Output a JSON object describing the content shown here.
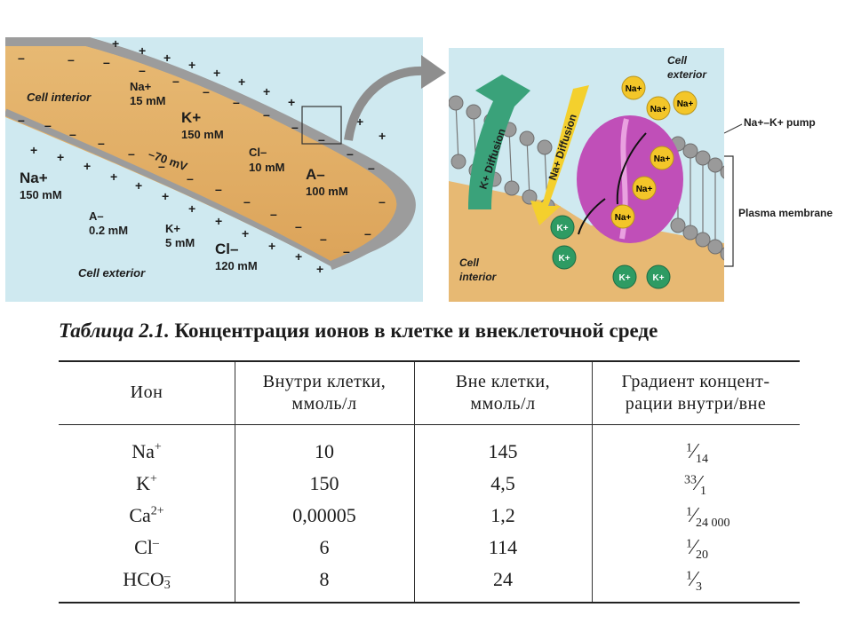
{
  "diagram": {
    "left_panel": {
      "cell_interior": "Cell interior",
      "cell_exterior": "Cell exterior",
      "inside_na": {
        "ion": "Na+",
        "conc": "15 mM"
      },
      "inside_k": {
        "ion": "K+",
        "conc": "150 mM"
      },
      "inside_cl": {
        "ion": "Cl–",
        "conc": "10 mM"
      },
      "inside_a": {
        "ion": "A–",
        "conc": "100 mM"
      },
      "potential": "–70 mV",
      "outside_na": {
        "ion": "Na+",
        "conc": "150 mM"
      },
      "outside_a": {
        "ion": "A–",
        "conc": "0.2 mM"
      },
      "outside_k": {
        "ion": "K+",
        "conc": "5 mM"
      },
      "outside_cl": {
        "ion": "Cl–",
        "conc": "120 mM"
      },
      "plus": "+",
      "minus": "–"
    },
    "right_panel": {
      "cell_exterior": "Cell exterior",
      "cell_interior": "Cell interior",
      "pump_label": "Na+–K+ pump",
      "membrane_label": "Plasma membrane",
      "k_diffusion": "K+ Diffusion",
      "na_diffusion": "Na+ Diffusion",
      "na_ion": "Na+",
      "k_ion": "K+"
    },
    "colors": {
      "cytoplasm": "#e3b266",
      "exterior": "#cfe9f0",
      "membrane": "#a9a9a9",
      "pump": "#c04fb8",
      "na": "#f3c629",
      "k": "#2e9b63",
      "k_arrow": "#3aa27a",
      "na_arrow": "#f4d02d"
    }
  },
  "table": {
    "title_prefix": "Таблица 2.1.",
    "title_text": "Концентрация ионов в клетке и внеклеточной среде",
    "headers": {
      "ion": "Ион",
      "inside_1": "Внутри клетки,",
      "inside_2": "ммоль/л",
      "outside_1": "Вне клетки,",
      "outside_2": "ммоль/л",
      "gradient_1": "Градиент концент-",
      "gradient_2": "рации внутри/вне"
    },
    "rows": [
      {
        "ion_base": "Na",
        "ion_sup": "+",
        "ion_sub": "",
        "inside": "10",
        "outside": "145",
        "grad_num": "1",
        "grad_den": "14"
      },
      {
        "ion_base": "K",
        "ion_sup": "+",
        "ion_sub": "",
        "inside": "150",
        "outside": "4,5",
        "grad_num": "33",
        "grad_den": "1"
      },
      {
        "ion_base": "Ca",
        "ion_sup": "2+",
        "ion_sub": "",
        "inside": "0,00005",
        "outside": "1,2",
        "grad_num": "1",
        "grad_den": "24 000"
      },
      {
        "ion_base": "Cl",
        "ion_sup": "–",
        "ion_sub": "",
        "inside": "6",
        "outside": "114",
        "grad_num": "1",
        "grad_den": "20"
      },
      {
        "ion_base": "HCO",
        "ion_sup": "–",
        "ion_sub": "3",
        "inside": "8",
        "outside": "24",
        "grad_num": "1",
        "grad_den": "3"
      }
    ]
  }
}
